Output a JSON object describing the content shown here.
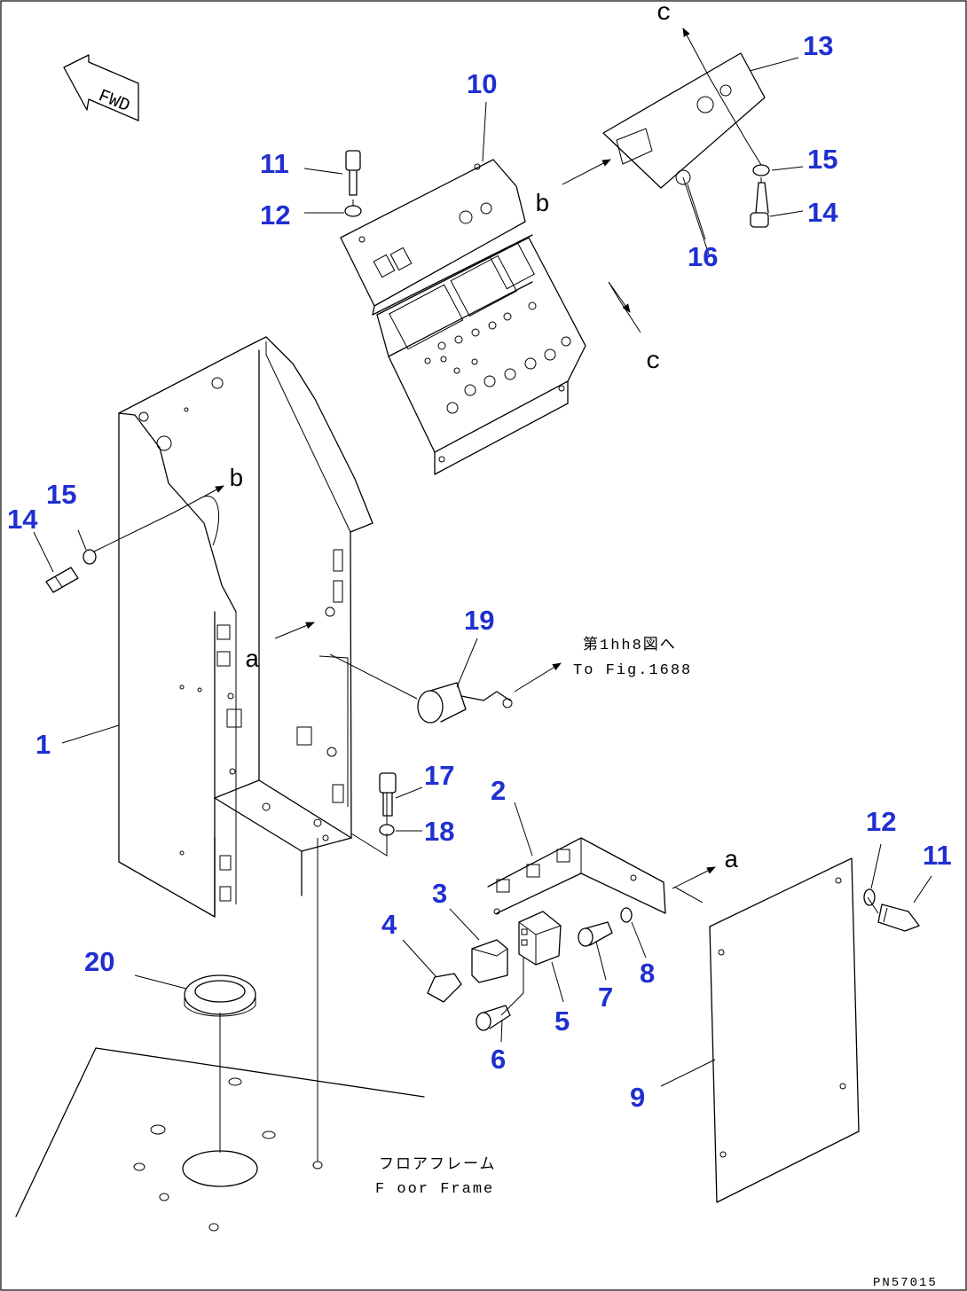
{
  "fwd_label": "FWD",
  "callouts": {
    "n1": "1",
    "n2": "2",
    "n3": "3",
    "n4": "4",
    "n5": "5",
    "n6": "6",
    "n7": "7",
    "n8": "8",
    "n9": "9",
    "n10": "10",
    "n11a": "11",
    "n11b": "11",
    "n12a": "12",
    "n12b": "12",
    "n13": "13",
    "n14a": "14",
    "n14b": "14",
    "n15a": "15",
    "n15b": "15",
    "n16": "16",
    "n17": "17",
    "n18": "18",
    "n19": "19",
    "n20": "20"
  },
  "refs": {
    "a1": "a",
    "a2": "a",
    "b1": "b",
    "b2": "b",
    "c1": "c",
    "c2": "c"
  },
  "notes": {
    "to_fig_jp": "第1hh8図へ",
    "to_fig_en": "To Fig.1688",
    "floor_frame_jp": "フロアフレーム",
    "floor_frame_en": "F oor Frame"
  },
  "drawing_code": "PN57015"
}
